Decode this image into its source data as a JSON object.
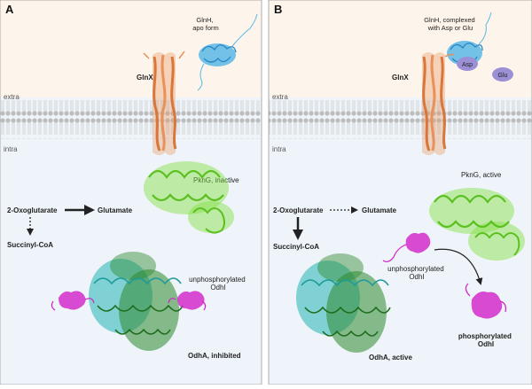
{
  "panels": {
    "a": {
      "letter": "A",
      "extra_label": "extra",
      "intra_label": "intra",
      "glnh_label": "GlnH,\napo form",
      "glnx_label": "GlnX",
      "pkng_label": "PknG, inactive",
      "oxoglutarate_label": "2-Oxoglutarate",
      "glutamate_label": "Glutamate",
      "succinyl_label": "Succinyl-CoA",
      "odhi_label": "unphosphorylated\nOdhI",
      "odha_label": "OdhA, inhibited"
    },
    "b": {
      "letter": "B",
      "extra_label": "extra",
      "intra_label": "intra",
      "glnh_label": "GlnH, complexed\nwith Asp or Glu",
      "asp_label": "Asp",
      "glu_label": "Glu",
      "glnx_label": "GlnX",
      "pkng_label": "PknG, active",
      "oxoglutarate_label": "2-Oxoglutarate",
      "glutamate_label": "Glutamate",
      "succinyl_label": "Succinyl-CoA",
      "odhi_unphos_label": "unphosphorylated\nOdhI",
      "odhi_phos_label": "phosphorylated\nOdhI",
      "odha_label": "OdhA, active"
    }
  },
  "colors": {
    "extra_bg": "#fdf5ec",
    "intra_bg": "#eef4f9",
    "membrane": "#c9c9c9",
    "glnh": "#5bb7e6",
    "glnx": "#e8915a",
    "pkng": "#80e040",
    "odhi": "#d21fc8",
    "odha_cyan": "#27b5b5",
    "odha_green": "#2d8a2d",
    "ligand": "#9b8fd6"
  }
}
